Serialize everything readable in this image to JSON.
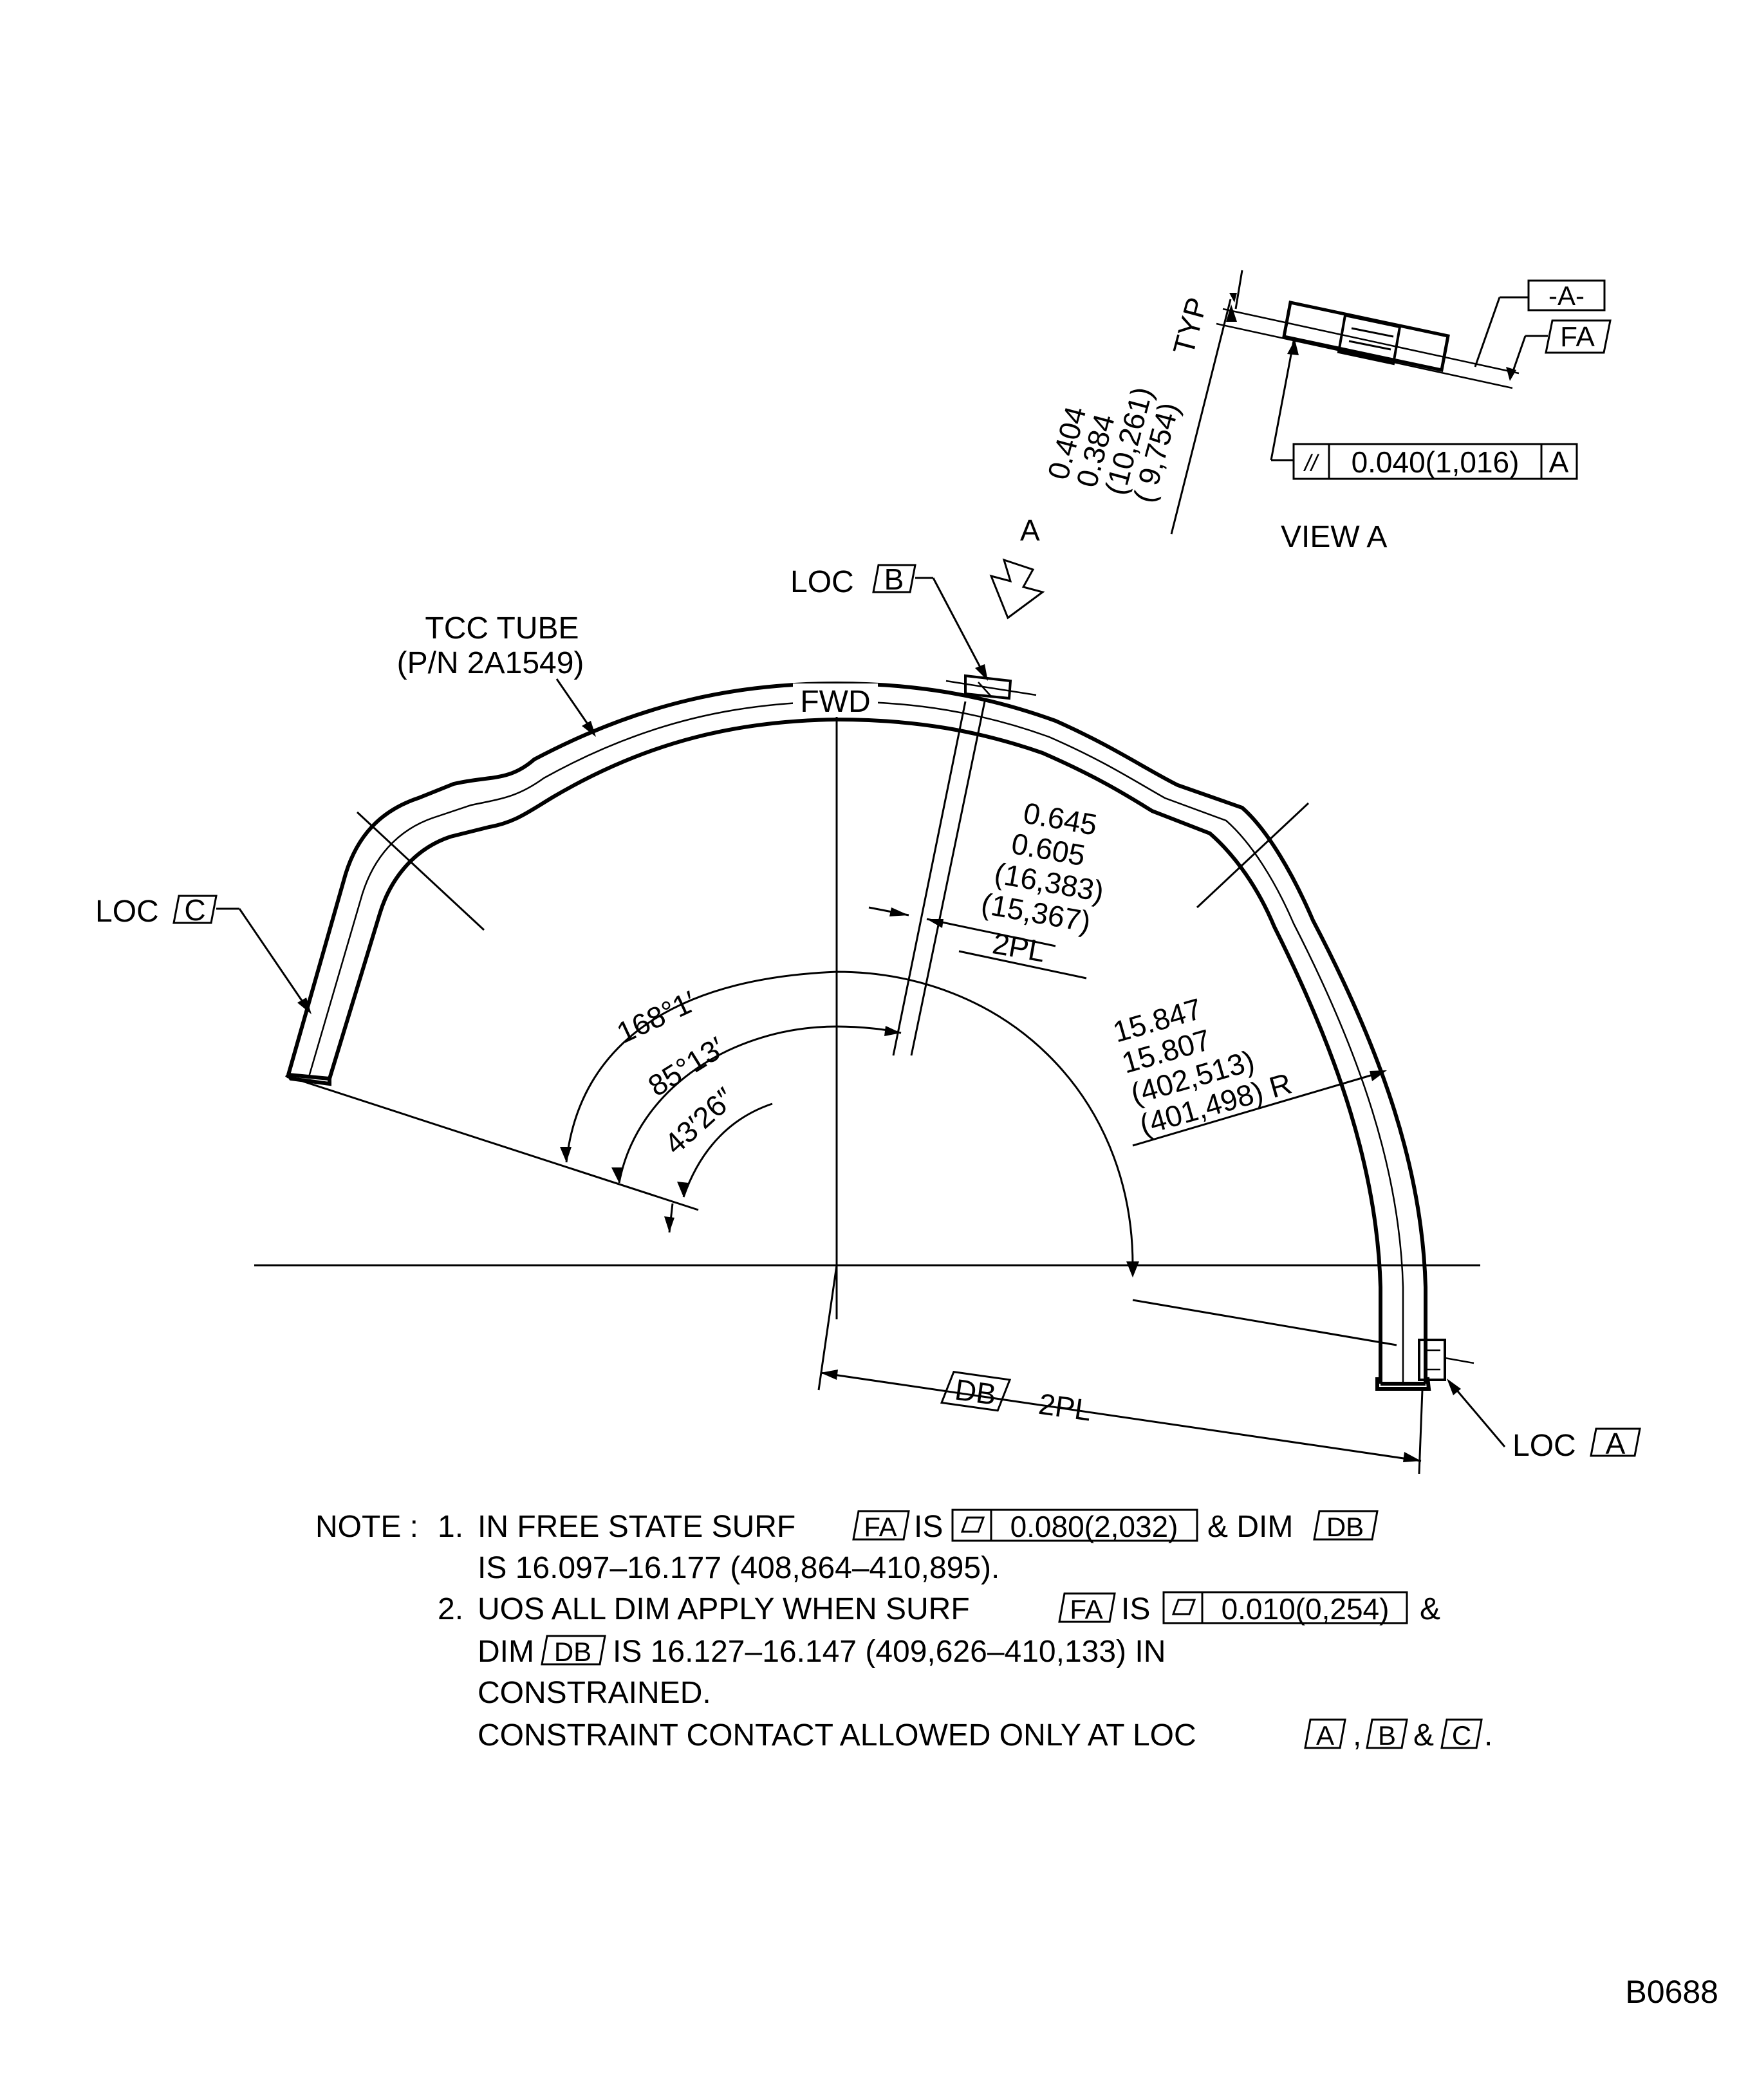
{
  "part": {
    "name": "TCC TUBE",
    "part_number": "(P/N 2A1549)",
    "fwd": "FWD"
  },
  "locations": {
    "loc_prefix": "LOC",
    "a": "A",
    "b": "B",
    "c": "C"
  },
  "view_a": {
    "title": "VIEW A",
    "arrow_label": "A",
    "datum_a": "-A-",
    "datum_fa": "FA",
    "thickness": [
      "0.404",
      "0.384",
      "(10,261)",
      "( 9,754)"
    ],
    "thickness_suffix": "TYP",
    "parallel_symbol": "//",
    "parallel_tol": "0.040(1,016)",
    "parallel_datum": "A"
  },
  "dimensions": {
    "width": [
      "0.645",
      "0.605",
      "(16,383)",
      "(15,367)"
    ],
    "width_qty": "2PL",
    "radius": [
      "15.847",
      "15.807",
      "(402,513)",
      "(401,498) R"
    ],
    "angle_1": "168°1′",
    "angle_2": "85°13′",
    "angle_3": "43′26″",
    "db": "DB",
    "db_qty": "2PL"
  },
  "notes": {
    "prefix": "NOTE :",
    "n1_num": "1.",
    "n1_a": "IN FREE STATE SURF",
    "n1_fa": "FA",
    "n1_b": "IS",
    "n1_tol": "0.080(2,032)",
    "n1_c": "& DIM",
    "n1_db": "DB",
    "n1_line2": "IS 16.097–16.177 (408,864–410,895).",
    "n2_num": "2.",
    "n2_a": "UOS ALL DIM APPLY WHEN SURF",
    "n2_fa": "FA",
    "n2_b": "IS",
    "n2_tol": "0.010(0,254)",
    "n2_c": "&",
    "n2_line2_a": "DIM",
    "n2_db": "DB",
    "n2_line2_b": "IS 16.127–16.147 (409,626–410,133) IN",
    "n2_line3": "CONSTRAINED.",
    "n2_line4": "CONSTRAINT CONTACT ALLOWED ONLY AT LOC",
    "n2_comma": ",",
    "n2_amp": "&",
    "n2_period": "."
  },
  "drawing_id": "B0688"
}
